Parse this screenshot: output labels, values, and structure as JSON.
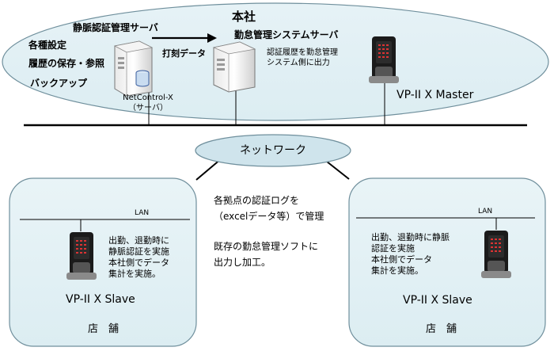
{
  "hq": {
    "title": "本社",
    "vein_server_label": "静脈認証管理サーバ",
    "left_functions": [
      "各種設定",
      "履歴の保存・参照",
      "バックアップ"
    ],
    "server_caption": "NetControl-X\n（サーバ）",
    "arrow_label": "打刻データ",
    "attendance_server_label": "勤怠管理システムサーバ",
    "attendance_note": "認証履歴を勤怠管理\nシステム側に出力",
    "master_device": "VP-II  X  Master"
  },
  "network": {
    "label": "ネットワーク"
  },
  "center_text": {
    "line1": "各拠点の認証ログを\n（excelデータ等）で管理",
    "line2": "既存の勤怠管理ソフトに\n出力し加工。"
  },
  "store_left": {
    "lan": "LAN",
    "desc": "出勤、退勤時に\n静脈認証を実施\n本社側でデータ\n集計を実施。",
    "device": "VP-II  X  Slave",
    "name": "店　舗"
  },
  "store_right": {
    "lan": "LAN",
    "desc": "出勤、退勤時に静脈\n認証を実施\n本社側でデータ\n集計を実施。",
    "device": "VP-II  X  Slave",
    "name": "店　舗"
  }
}
